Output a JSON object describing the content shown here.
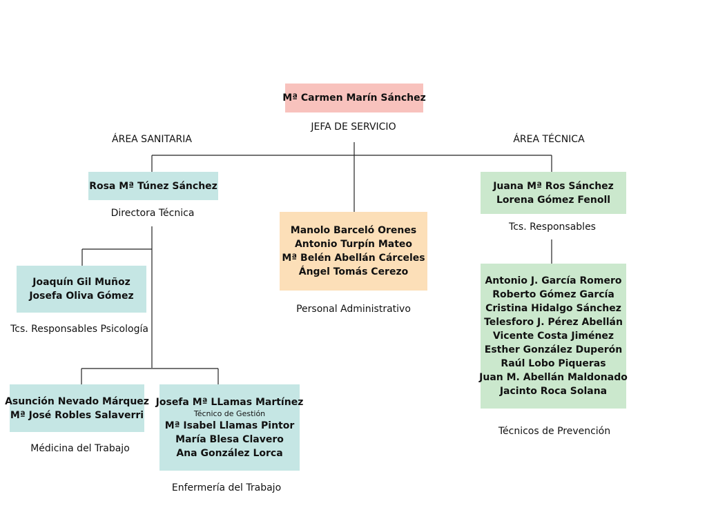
{
  "head": {
    "name": "Mª Carmen Marín Sánchez",
    "role": "JEFA DE SERVICIO"
  },
  "areas": {
    "sanitaria": "ÁREA SANITARIA",
    "tecnica": "ÁREA TÉCNICA"
  },
  "directora": {
    "name": "Rosa Mª Túnez Sánchez",
    "role": "Directora Técnica"
  },
  "psicologia": {
    "names": [
      "Joaquín Gil Muñoz",
      "Josefa Oliva Gómez"
    ],
    "role": "Tcs. Responsables Psicología"
  },
  "medicina": {
    "names": [
      "Asunción Nevado Márquez",
      "Mª José Robles Salaverri"
    ],
    "role": "Médicina del Trabajo"
  },
  "enfermeria": {
    "lead": "Josefa Mª LLamas Martínez",
    "lead_note": "Técnico de Gestión",
    "names": [
      "Mª Isabel Llamas Pintor",
      "María Blesa Clavero",
      "Ana González Lorca"
    ],
    "role": "Enfermería del Trabajo"
  },
  "administrativo": {
    "names": [
      "Manolo Barceló Orenes",
      "Antonio Turpín Mateo",
      "Mª Belén Abellán Cárceles",
      "Ángel Tomás Cerezo"
    ],
    "role": "Personal Administrativo"
  },
  "responsables": {
    "names": [
      "Juana Mª Ros Sánchez",
      "Lorena Gómez Fenoll"
    ],
    "role": "Tcs. Responsables"
  },
  "prevencion": {
    "names": [
      "Antonio J. García Romero",
      "Roberto Gómez García",
      "Cristina Hidalgo Sánchez",
      "Telesforo J. Pérez Abellán",
      "Vicente Costa Jiménez",
      "Esther González Duperón",
      "Raúl Lobo Piqueras",
      "Juan M. Abellán Maldonado",
      "Jacinto Roca Solana"
    ],
    "role": "Técnicos de Prevención"
  }
}
